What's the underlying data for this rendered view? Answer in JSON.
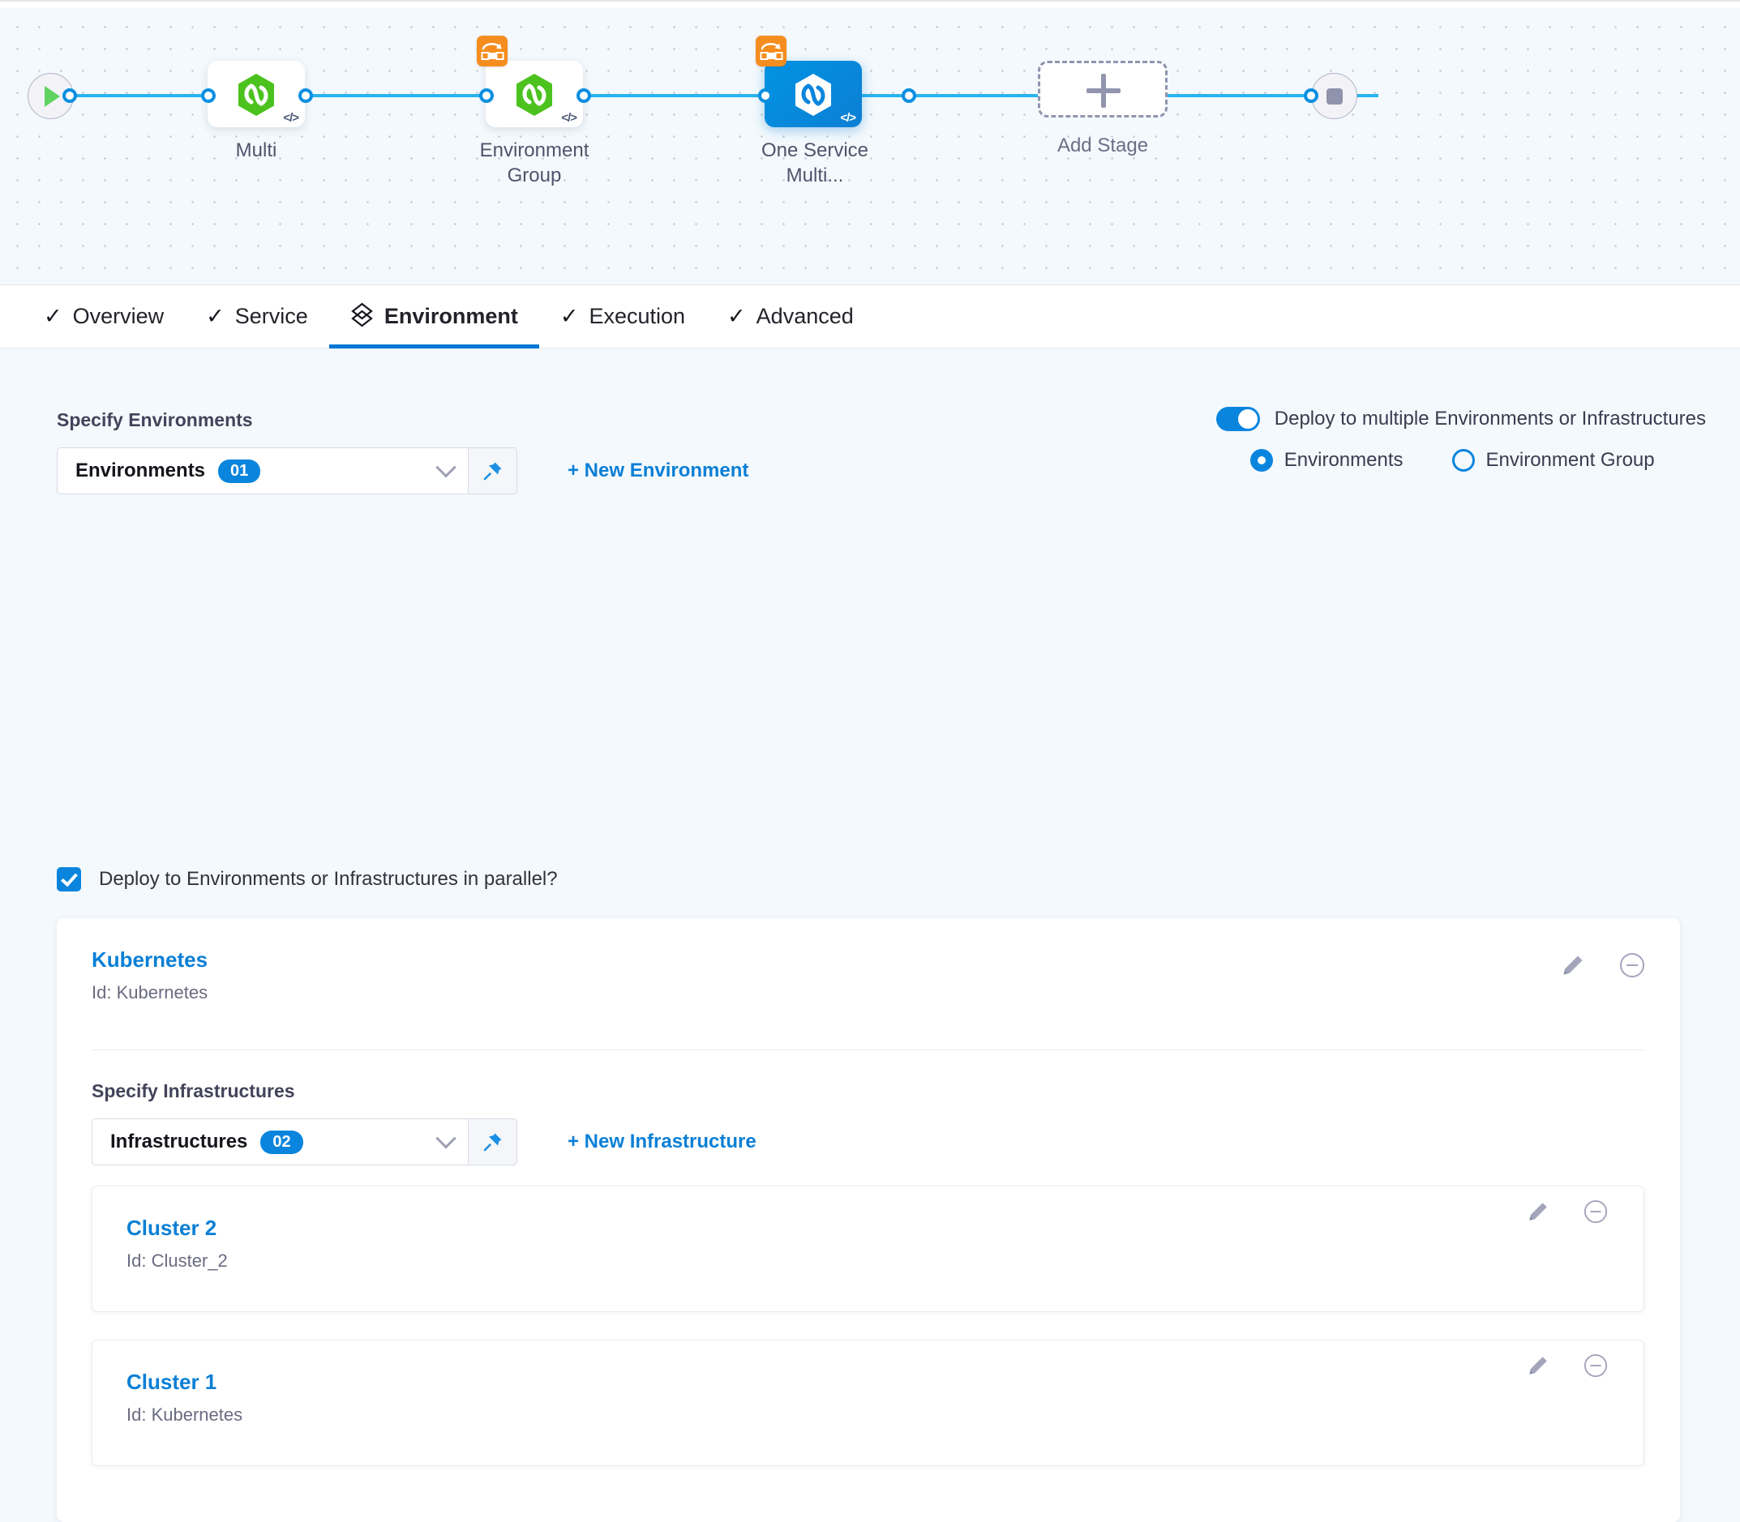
{
  "canvas": {
    "start_node": "start-node",
    "end_node": "end-node",
    "stages": [
      {
        "label": "Multi",
        "selected": false,
        "has_matrix": false,
        "code_icon": "</>"
      },
      {
        "label": "Environment Group",
        "selected": false,
        "has_matrix": true,
        "code_icon": "</>"
      },
      {
        "label": "One Service Multi...",
        "selected": true,
        "has_matrix": true,
        "code_icon": "</>"
      }
    ],
    "add_stage_label": "Add Stage"
  },
  "tabs": [
    {
      "label": "Overview",
      "icon": "check-icon",
      "active": false,
      "glyph": "✓"
    },
    {
      "label": "Service",
      "icon": "check-icon",
      "active": false,
      "glyph": "✓"
    },
    {
      "label": "Environment",
      "icon": "layers-icon",
      "active": true,
      "glyph": ""
    },
    {
      "label": "Execution",
      "icon": "check-icon",
      "active": false,
      "glyph": "✓"
    },
    {
      "label": "Advanced",
      "icon": "check-icon",
      "active": false,
      "glyph": "✓"
    }
  ],
  "environments": {
    "section_label": "Specify Environments",
    "select_value": "Environments",
    "count": "01",
    "new_link": "+ New Environment"
  },
  "multi_toggle": {
    "label": "Deploy to multiple Environments or Infrastructures",
    "enabled": true,
    "options": [
      {
        "label": "Environments",
        "selected": true
      },
      {
        "label": "Environment Group",
        "selected": false
      }
    ]
  },
  "parallel_checkbox": {
    "label": "Deploy to Environments or Infrastructures in parallel?",
    "checked": true
  },
  "environment_card": {
    "name": "Kubernetes",
    "id_text": "Id: Kubernetes",
    "infrastructures": {
      "section_label": "Specify Infrastructures",
      "select_value": "Infrastructures",
      "count": "02",
      "new_link": "+ New Infrastructure",
      "items": [
        {
          "name": "Cluster 2",
          "id_text": "Id: Cluster_2"
        },
        {
          "name": "Cluster 1",
          "id_text": "Id: Kubernetes"
        }
      ]
    }
  },
  "colors": {
    "accent": "#0a85de",
    "link": "#0a7fd6",
    "page_bg": "#f4f9fd",
    "flow_line": "#29b3ed",
    "matrix_badge": "#f68d1f",
    "stage_green": "#4cc21f",
    "selected_stage": "#0193e3"
  }
}
